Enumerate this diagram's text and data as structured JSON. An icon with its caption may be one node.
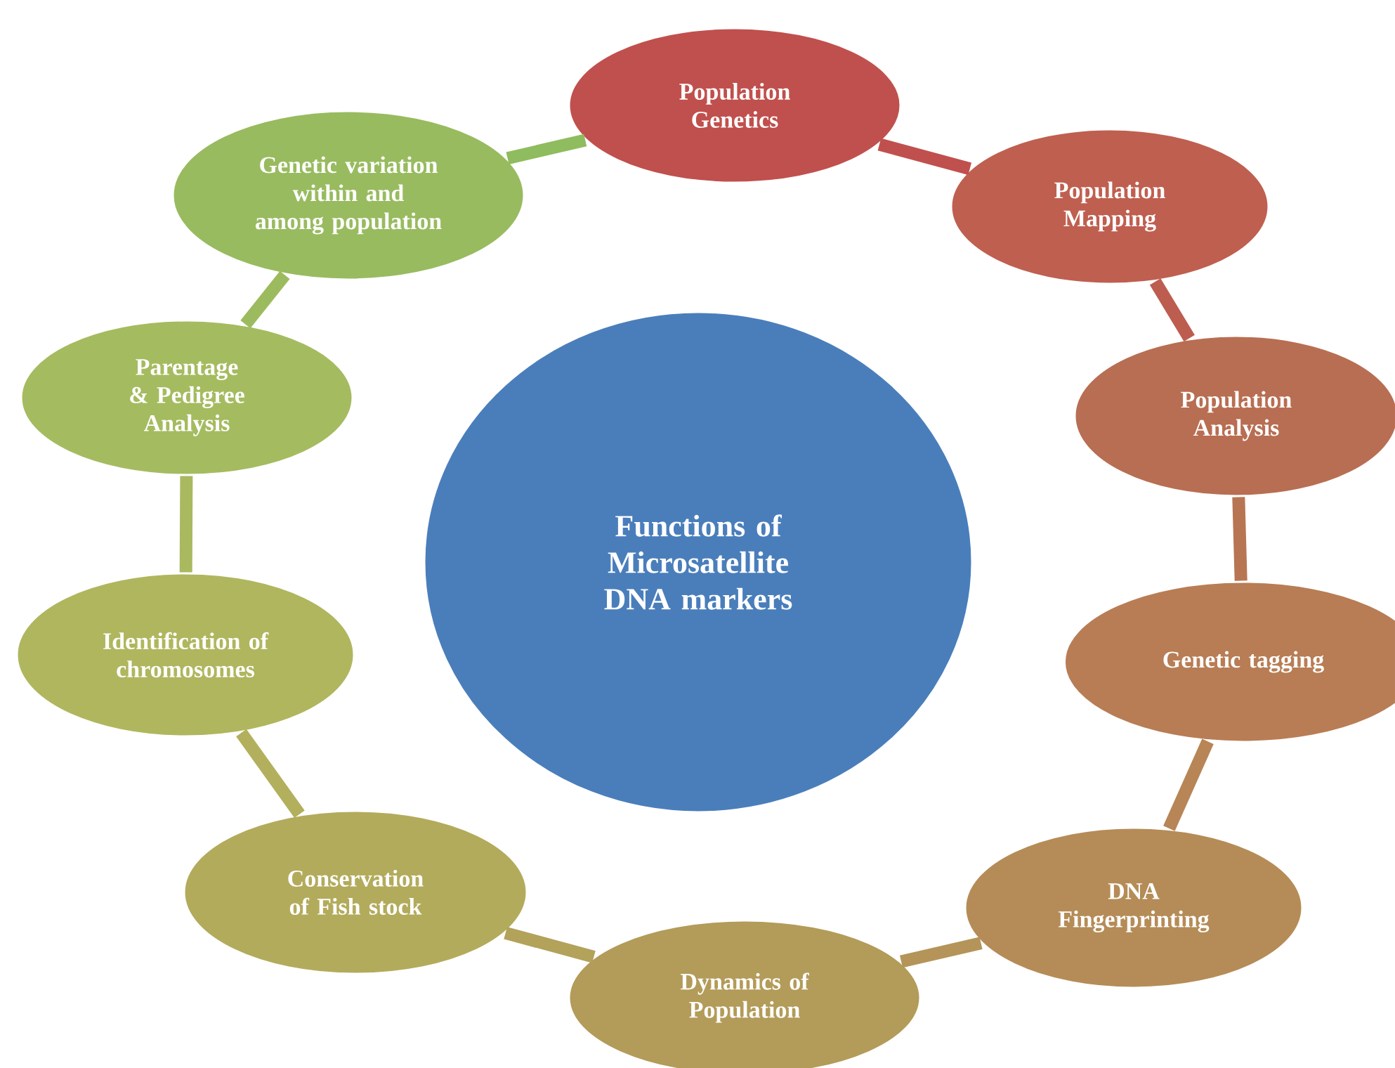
{
  "diagram": {
    "nodes": [
      {
        "text": [
          "Functions of Microsatellite DNA markers"
        ]
      },
      {
        "text": [
          "Population Genetics"
        ]
      },
      {
        "text": [
          "Population Mapping"
        ]
      },
      {
        "text": [
          "Population Analysis"
        ]
      },
      {
        "text": [
          "Genetic tagging"
        ]
      },
      {
        "text": [
          "DNA Fingerprinting"
        ]
      },
      {
        "text": [
          "Dynamics of Population"
        ]
      },
      {
        "text": [
          "Conservation of Fish stock"
        ]
      },
      {
        "text": [
          "Identification of chromosomes"
        ]
      },
      {
        "text": [
          "Parentage & Pedigree Analysis"
        ]
      },
      {
        "text": [
          "Genetic variation within and among population"
        ]
      }
    ],
    "edges": [
      {
        "from": 1,
        "to": 2,
        "arrow": "none",
        "color": "#c0504d"
      },
      {
        "from": 2,
        "to": 3,
        "arrow": "none",
        "color": "#bd5d4f"
      },
      {
        "from": 3,
        "to": 4,
        "arrow": "none",
        "color": "#b87553"
      },
      {
        "from": 4,
        "to": 5,
        "arrow": "none",
        "color": "#b78556"
      },
      {
        "from": 5,
        "to": 6,
        "arrow": "none",
        "color": "#b49459"
      },
      {
        "from": 6,
        "to": 7,
        "arrow": "none",
        "color": "#b2a25a"
      },
      {
        "from": 7,
        "to": 8,
        "arrow": "none",
        "color": "#b2b05d"
      },
      {
        "from": 8,
        "to": 9,
        "arrow": "none",
        "color": "#a9b95f"
      },
      {
        "from": 9,
        "to": 10,
        "arrow": "none",
        "color": "#9cbb5f"
      },
      {
        "from": 10,
        "to": 1,
        "arrow": "none",
        "color": "#8fbc5e"
      }
    ]
  }
}
